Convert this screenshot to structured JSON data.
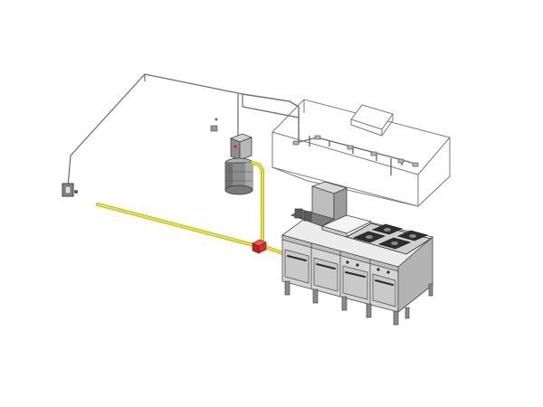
{
  "colors": {
    "background": "#ffffff",
    "gas_pipe": "#e9e23a",
    "gas_pipe_outline": "#b8b020",
    "shutoff_valve": "#d8312b",
    "steel_light": "#e6e6e6",
    "steel_mid": "#c9c9c9",
    "steel_dark": "#9a9a9a",
    "line": "#4a4a4a",
    "burner": "#2e2e2e"
  },
  "components": {
    "hood": "exhaust-hood-wireframe",
    "suppression_piping": "fire-suppression-piping",
    "control_cabinet": "control-panel",
    "agent_cylinder": "suppression-agent-cylinder",
    "pull_station": "manual-pull-station",
    "gas_line": "gas-supply-line",
    "gas_valve": "gas-shutoff-valve",
    "fryer": "deep-fryer",
    "griddle": "griddle-plate",
    "range": "four-burner-range"
  }
}
